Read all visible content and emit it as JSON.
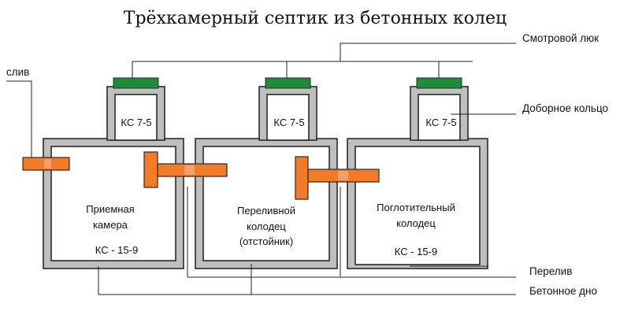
{
  "title": "Трёхкамерный септик из бетонных колец",
  "labels": {
    "inspection_hatch": "Смотровой люк",
    "drain": "слив",
    "extension_ring": "Доборное кольцо",
    "overflow": "Перелив",
    "concrete_bottom": "Бетонное дно"
  },
  "chambers": [
    {
      "ring": "КС 7-5",
      "name_lines": [
        "Приемная",
        "камера"
      ],
      "base_ring": "КС - 15-9"
    },
    {
      "ring": "КС 7-5",
      "name_lines": [
        "Переливной",
        "колодец",
        "(отстойник)"
      ],
      "base_ring": ""
    },
    {
      "ring": "КС 7-5",
      "name_lines": [
        "Поглотительный",
        "колодец"
      ],
      "base_ring": "КС - 15-9"
    }
  ],
  "colors": {
    "wall": "#bfbfbf",
    "lid": "#1f8c3c",
    "pipe": "#f47b25"
  }
}
